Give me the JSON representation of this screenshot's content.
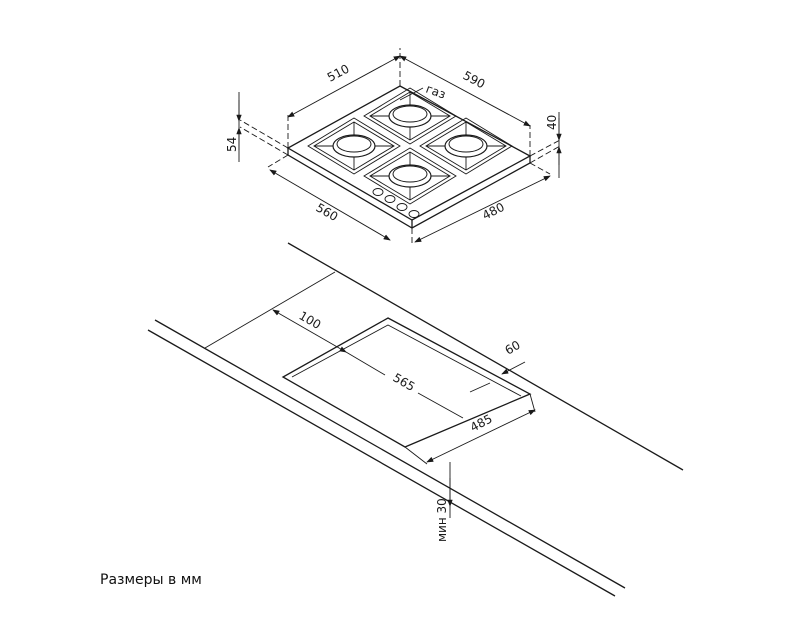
{
  "hob_dimensions": {
    "width_top": "510",
    "depth_top": "590",
    "width_bottom": "560",
    "depth_bottom": "480",
    "height_total": "54",
    "height_body": "40",
    "gas_label": "газ"
  },
  "cutout_dimensions": {
    "back_offset": "100",
    "length": "565",
    "width": "485",
    "front_offset": "60",
    "min_thickness": "мин 30"
  },
  "caption": "Размеры в мм"
}
